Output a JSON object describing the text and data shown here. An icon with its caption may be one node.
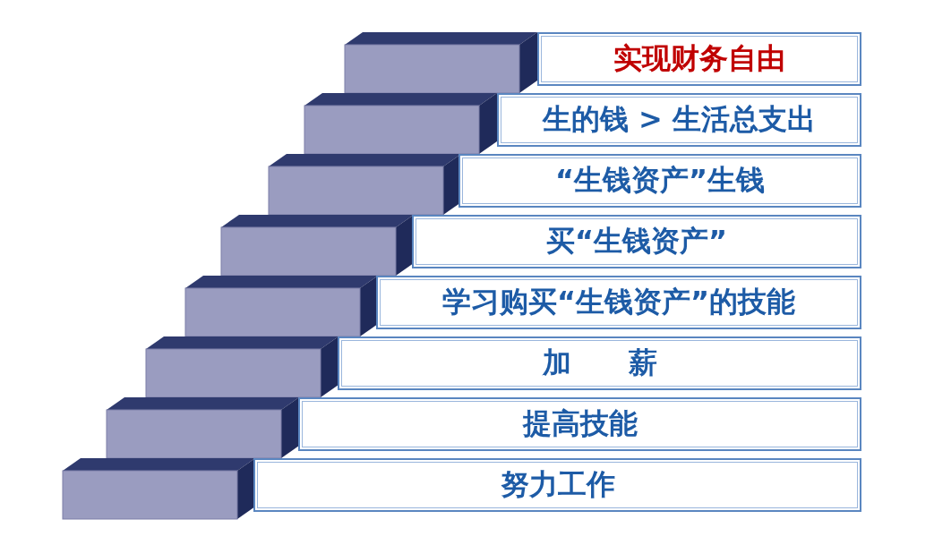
{
  "diagram": {
    "nodes": [
      {
        "text": [
          "实现财务自由"
        ]
      },
      {
        "text": [
          "生的钱 > 生活总支出"
        ]
      },
      {
        "text": [
          "“生钱资产”生钱"
        ]
      },
      {
        "text": [
          "买“生钱资产”"
        ]
      },
      {
        "text": [
          "学习购买“生钱资产”的技能"
        ]
      },
      {
        "text": [
          "加　　薪"
        ]
      },
      {
        "text": [
          "提高技能"
        ]
      },
      {
        "text": [
          "努力工作"
        ]
      }
    ]
  }
}
